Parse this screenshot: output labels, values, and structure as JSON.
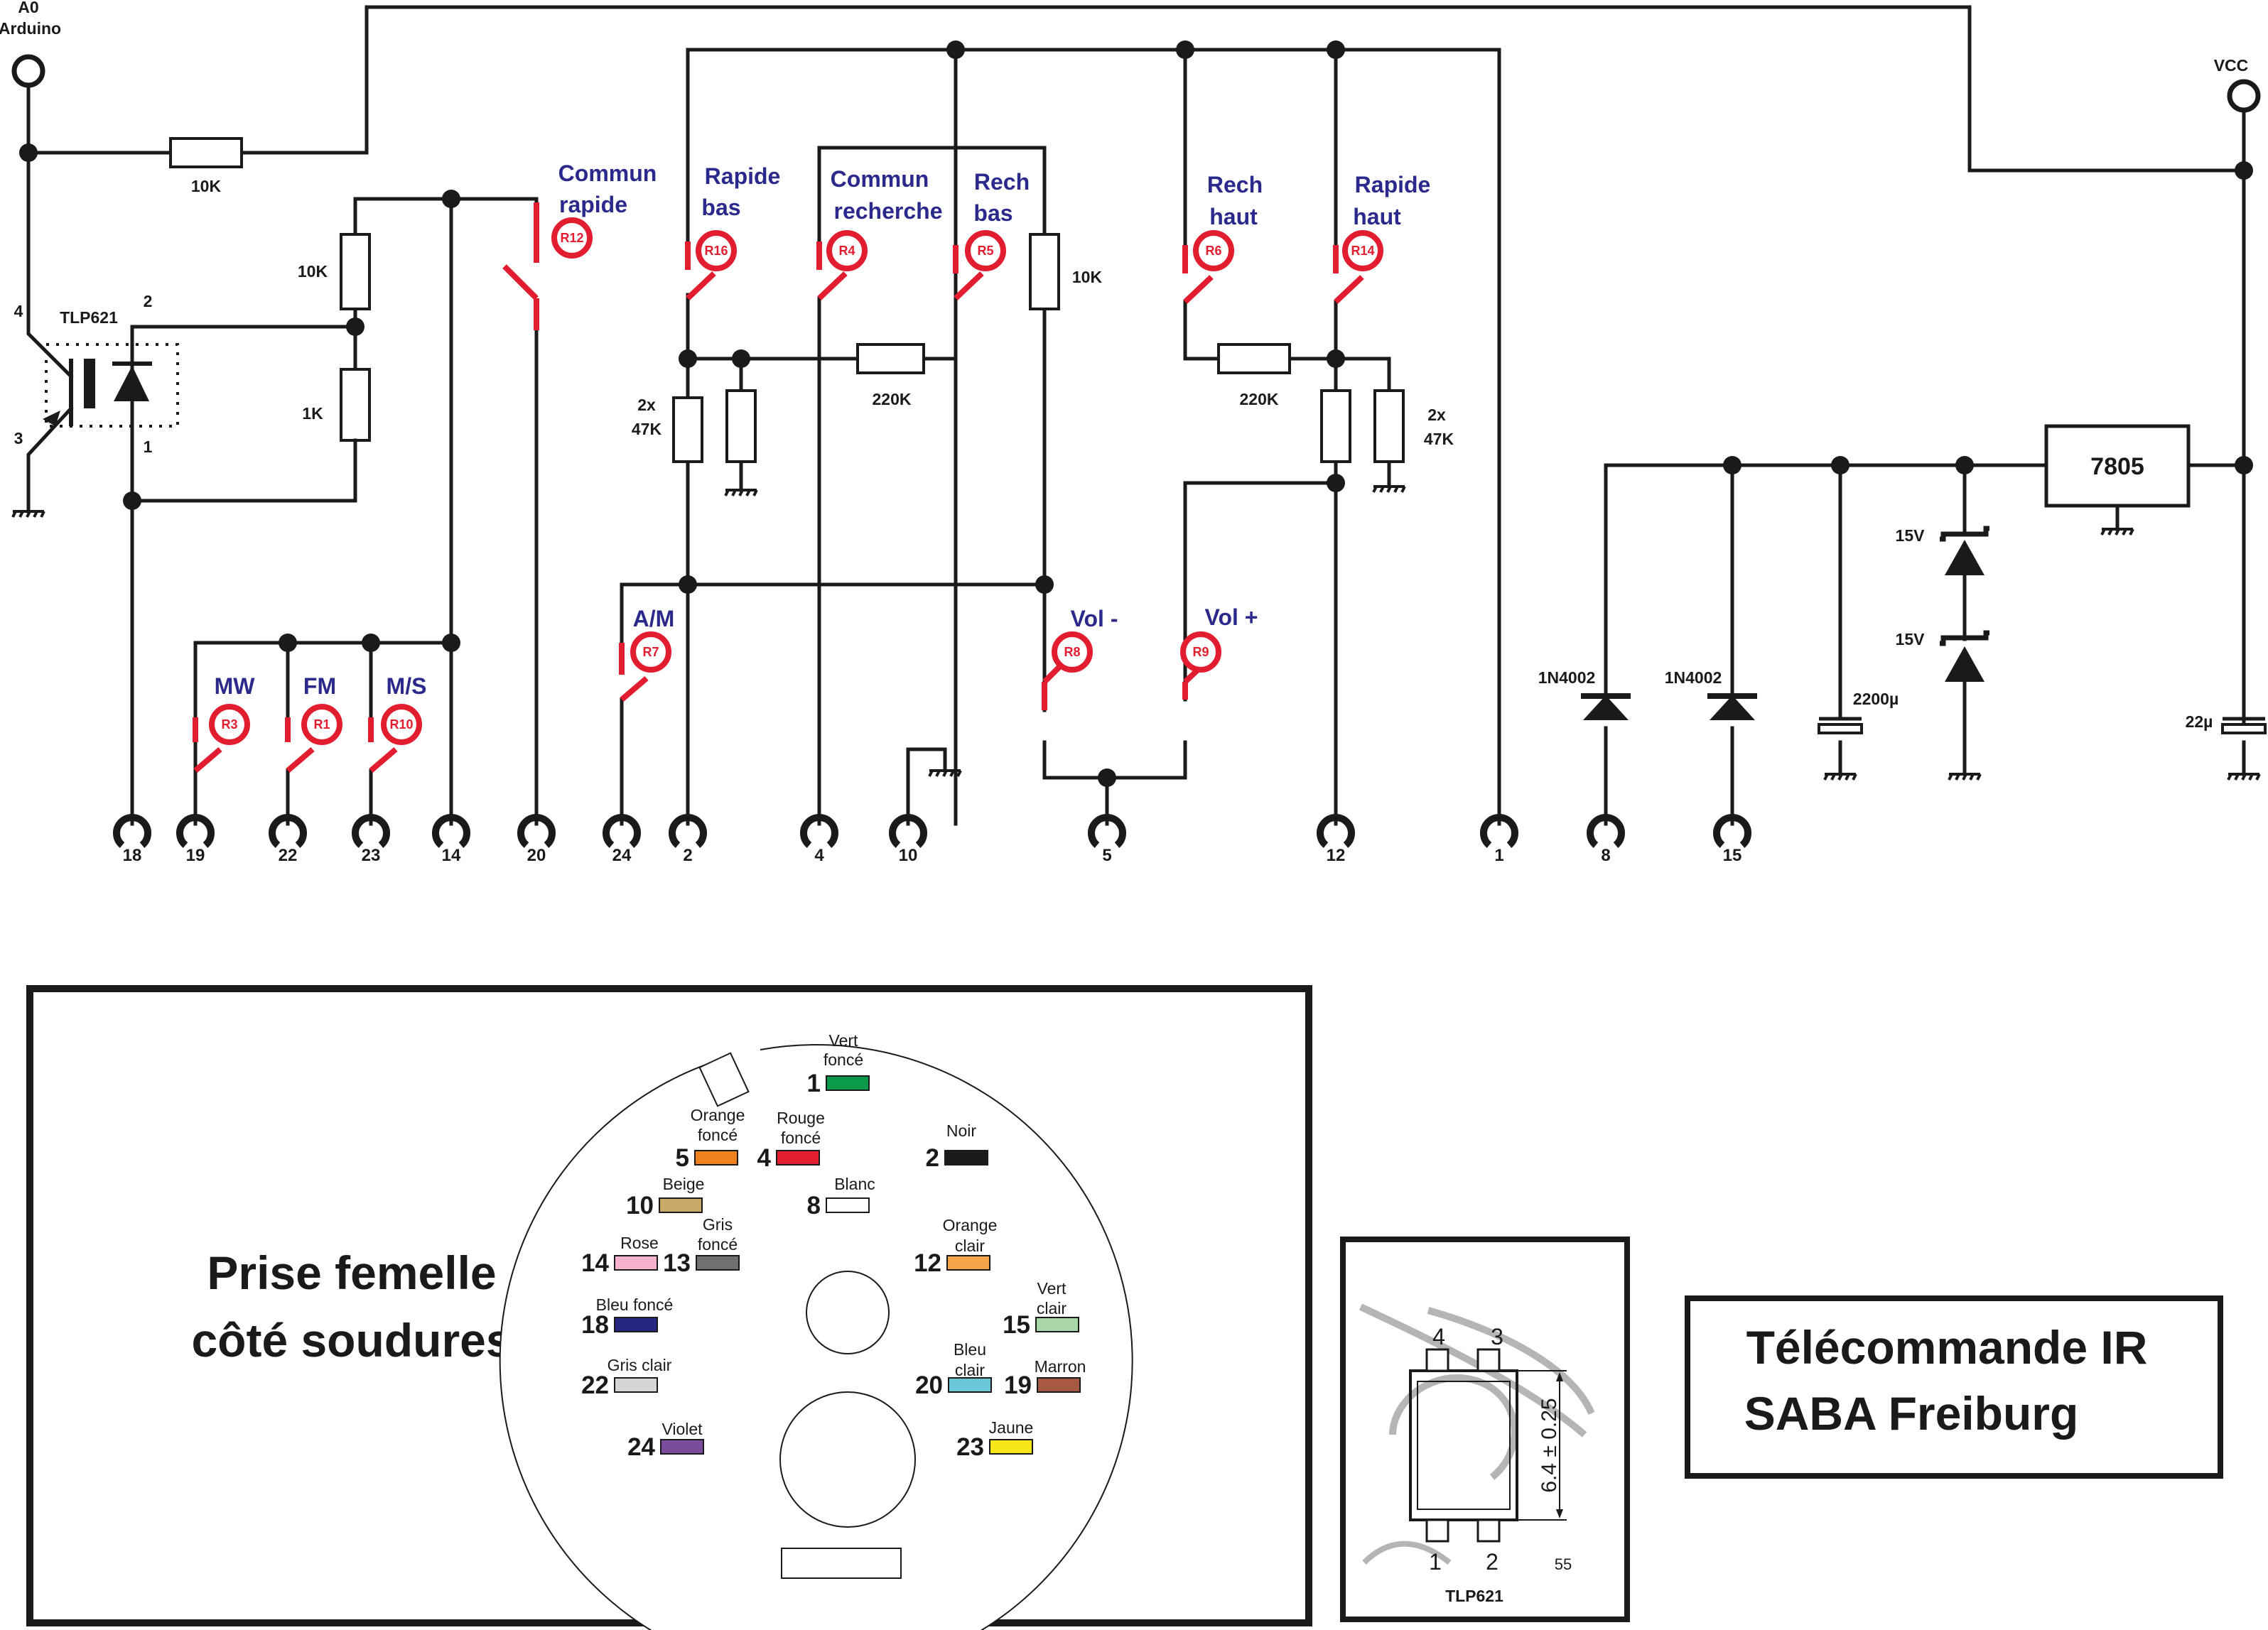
{
  "title": {
    "line1": "Télécommande IR",
    "line2": "SABA Freiburg"
  },
  "connector_caption": {
    "line1": "Prise femelle",
    "line2": "côté soudures"
  },
  "terminals": {
    "a0_label": "A0",
    "a0_sub": "Arduino",
    "vcc_label": "VCC"
  },
  "components": {
    "r_a0": "10K",
    "r_pullup": "10K",
    "r_1k": "1K",
    "r_220k_left": "220K",
    "r_220k_right": "220K",
    "r_10k_mid": "10K",
    "r_2x47k_left_a": "2x",
    "r_2x47k_left_b": "47K",
    "r_2x47k_right_a": "2x",
    "r_2x47k_right_b": "47K",
    "optocoupler": "TLP621",
    "opto_pin4": "4",
    "opto_pin2": "2",
    "opto_pin3": "3",
    "opto_pin1": "1",
    "regulator": "7805",
    "zener1": "15V",
    "zener2": "15V",
    "diode1": "1N4002",
    "diode2": "1N4002",
    "cap1": "2200µ",
    "cap2": "22µ"
  },
  "switch_labels": {
    "commun_rapide": [
      "Commun",
      "rapide"
    ],
    "rapide_bas": [
      "Rapide",
      "bas"
    ],
    "commun_recherche": [
      "Commun",
      "recherche"
    ],
    "rech_bas": [
      "Rech",
      "bas"
    ],
    "rech_haut": [
      "Rech",
      "haut"
    ],
    "rapide_haut": [
      "Rapide",
      "haut"
    ],
    "am": "A/M",
    "vol_minus": "Vol -",
    "vol_plus": "Vol +",
    "mw": "MW",
    "fm": "FM",
    "ms": "M/S"
  },
  "relays": {
    "r12": "R12",
    "r16": "R16",
    "r4": "R4",
    "r5": "R5",
    "r6": "R6",
    "r14": "R14",
    "r7": "R7",
    "r8": "R8",
    "r9": "R9",
    "r3": "R3",
    "r1": "R1",
    "r10": "R10"
  },
  "pins": [
    "18",
    "19",
    "22",
    "23",
    "14",
    "20",
    "24",
    "2",
    "4",
    "10",
    "5",
    "12",
    "1",
    "8",
    "15"
  ],
  "connector_pins": [
    {
      "num": "1",
      "label": [
        "Vert",
        "foncé"
      ],
      "color": "#0a9a4a"
    },
    {
      "num": "5",
      "label": [
        "Orange",
        "foncé"
      ],
      "color": "#f07f1e"
    },
    {
      "num": "4",
      "label": [
        "Rouge",
        "foncé"
      ],
      "color": "#e21d2f"
    },
    {
      "num": "2",
      "label": [
        "Noir"
      ],
      "color": "#1a1a1a"
    },
    {
      "num": "10",
      "label": [
        "Beige"
      ],
      "color": "#c9a968"
    },
    {
      "num": "8",
      "label": [
        "Blanc"
      ],
      "color": "#ffffff"
    },
    {
      "num": "14",
      "label": [
        "Rose"
      ],
      "color": "#f5b2cf"
    },
    {
      "num": "13",
      "label": [
        "Gris",
        "foncé"
      ],
      "color": "#707070"
    },
    {
      "num": "12",
      "label": [
        "Orange",
        "clair"
      ],
      "color": "#f6a54a"
    },
    {
      "num": "18",
      "label": [
        "Bleu foncé"
      ],
      "color": "#262780"
    },
    {
      "num": "15",
      "label": [
        "Vert",
        "clair"
      ],
      "color": "#a9d6a8"
    },
    {
      "num": "22",
      "label": [
        "Gris clair"
      ],
      "color": "#d5d5d5"
    },
    {
      "num": "20",
      "label": [
        "Bleu",
        "clair"
      ],
      "color": "#6ac7d7"
    },
    {
      "num": "19",
      "label": [
        "Marron"
      ],
      "color": "#a65a43"
    },
    {
      "num": "24",
      "label": [
        "Violet"
      ],
      "color": "#7a4c9b"
    },
    {
      "num": "23",
      "label": [
        "Jaune"
      ],
      "color": "#f5e61a"
    }
  ],
  "package": {
    "caption": "TLP621",
    "pin4": "4",
    "pin3": "3",
    "pin1": "1",
    "pin2": "2",
    "dimension": "6.4 ± 0.25",
    "corner_mark": "55"
  }
}
